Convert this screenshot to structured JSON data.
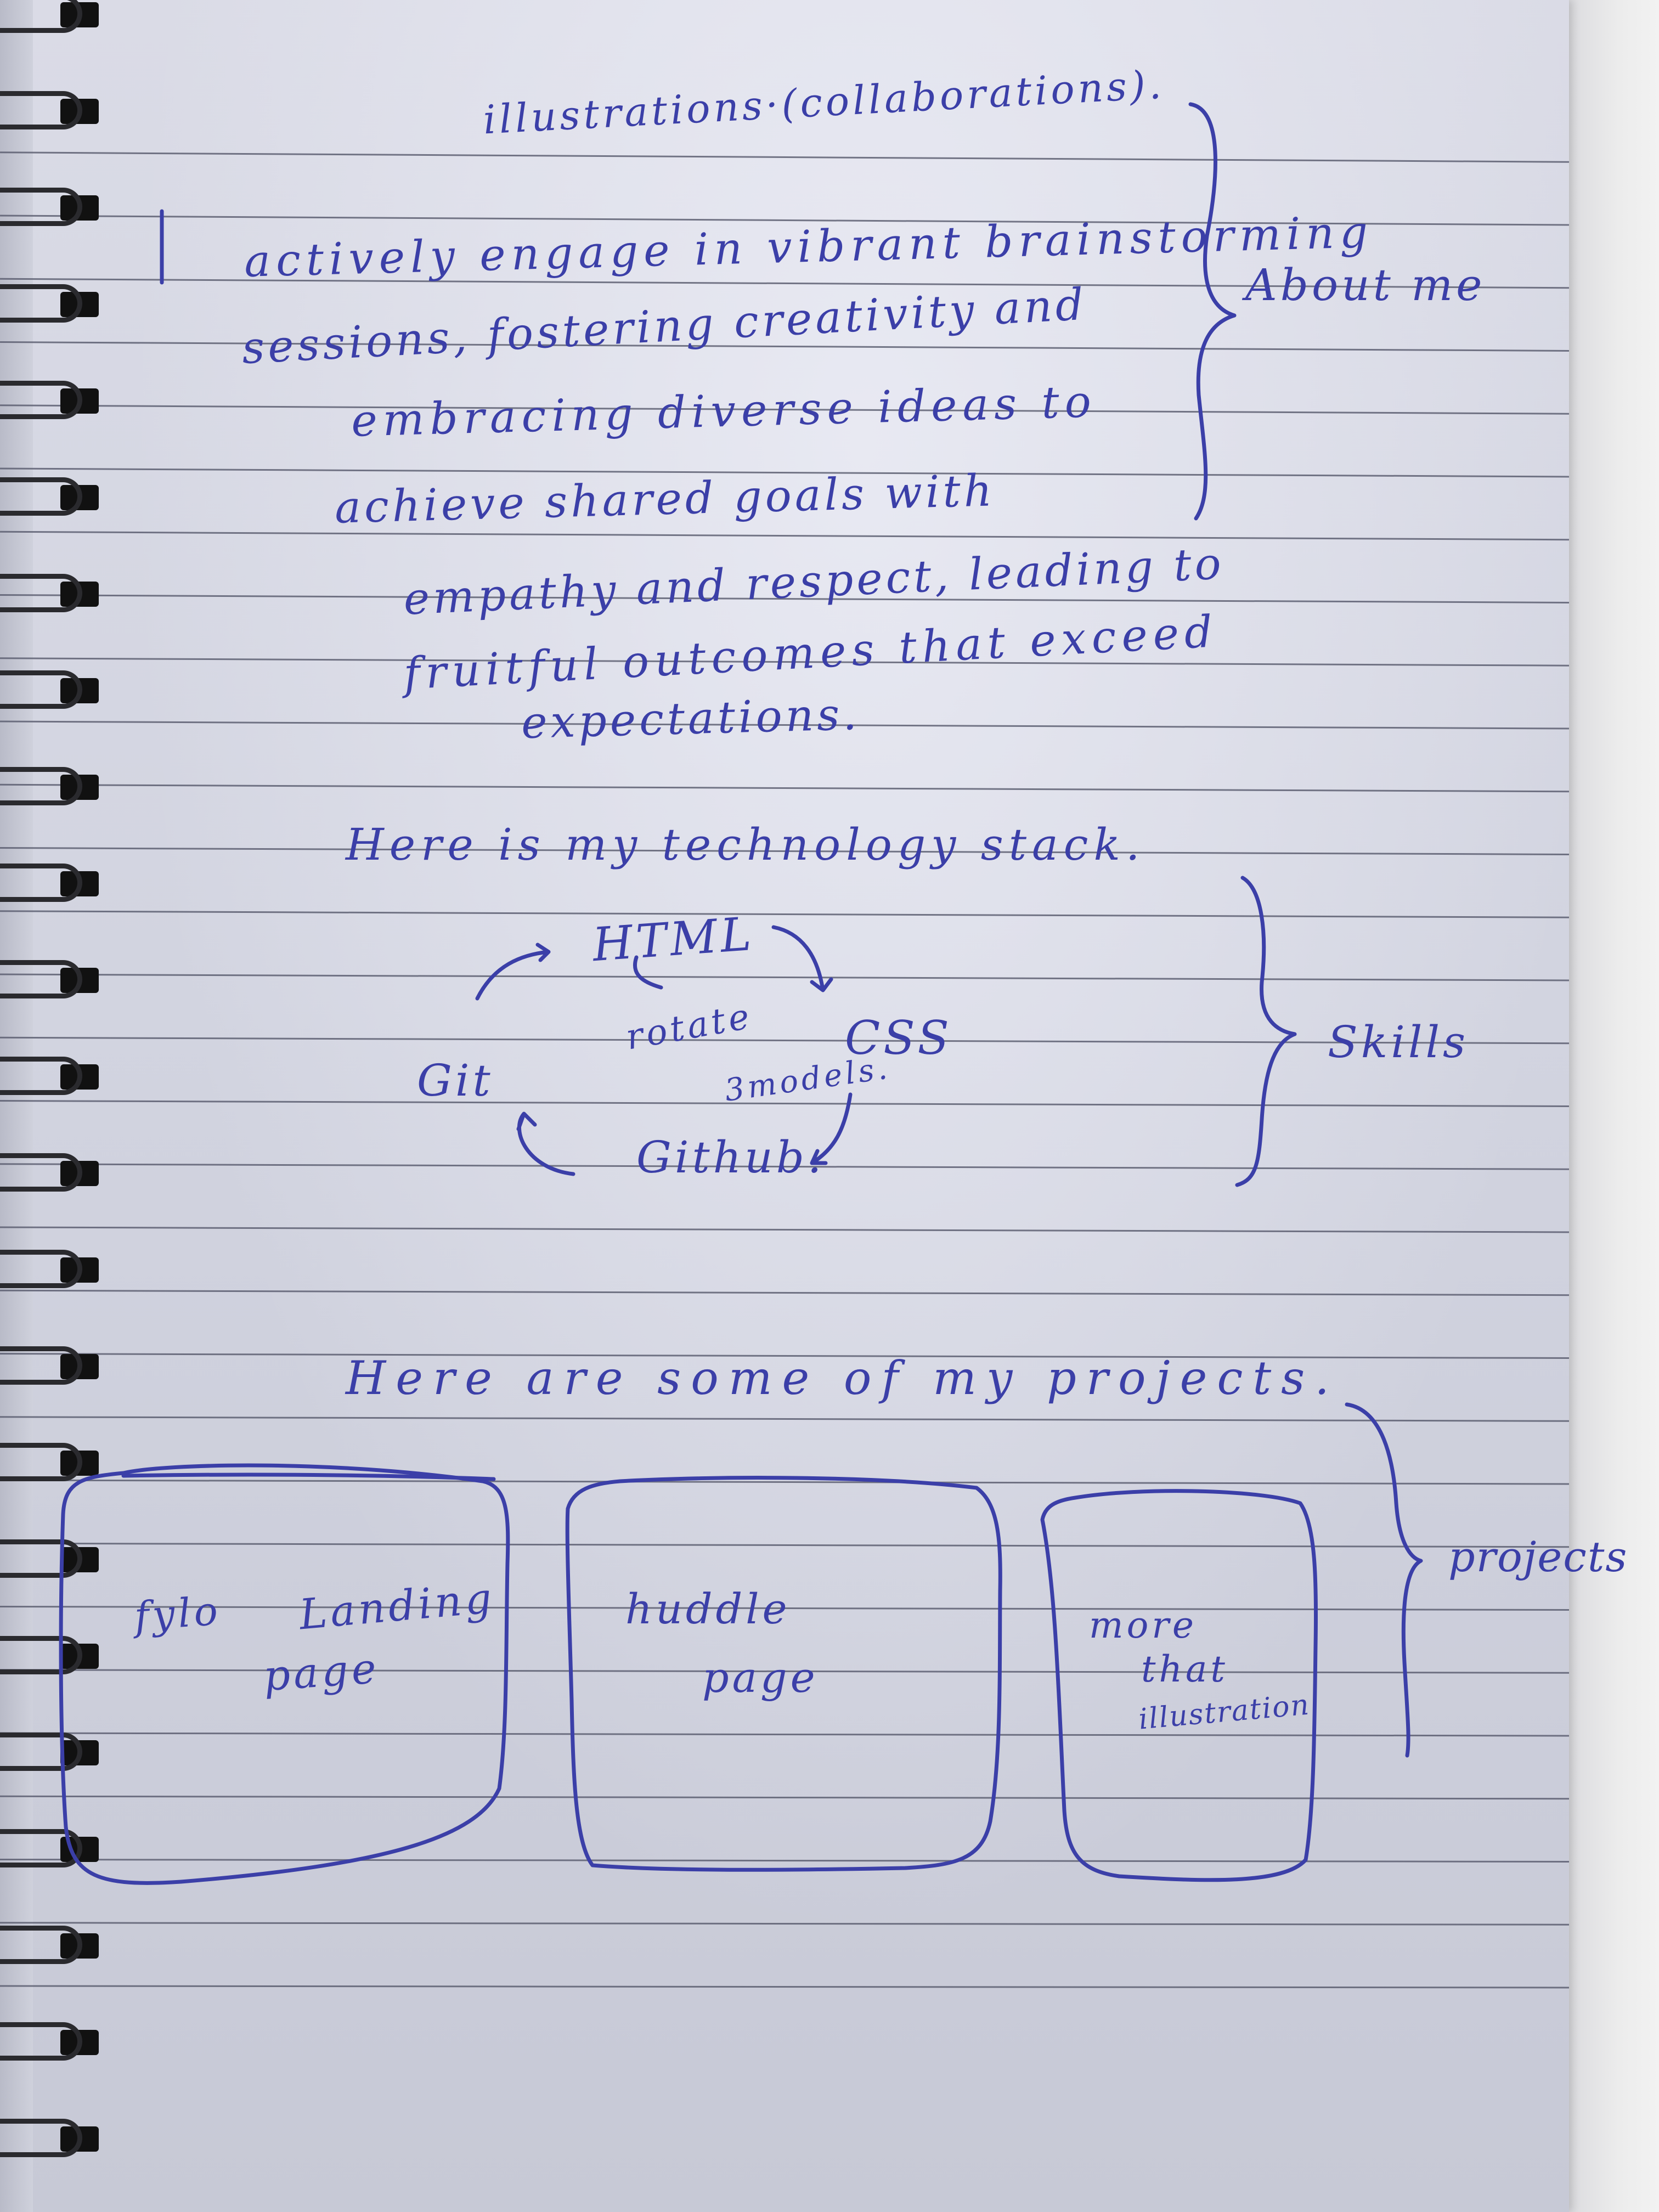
{
  "notebook": {
    "heading": "illustrations·(collaborations).",
    "about_label": "About me",
    "about_lines": [
      "actively engage in vibrant brainstorming",
      "sessions, fostering creativity and",
      "embracing diverse ideas to",
      "achieve shared goals with",
      "empathy and respect, leading to",
      "fruitful outcomes that exceed",
      "expectations."
    ],
    "stack_intro": "Here is my technology stack.",
    "skills_label": "Skills",
    "stack": {
      "html": "HTML",
      "css": "CSS",
      "git": "Git",
      "github": "Github.",
      "center_line1": "rotate",
      "center_line2": "3models."
    },
    "projects_intro": "Here are some of my projects.",
    "projects_label": "projects",
    "projects": [
      {
        "line1": "fylo",
        "line2": "Landing",
        "line3": "page"
      },
      {
        "line1": "huddle",
        "line2": "page"
      },
      {
        "line1": "more",
        "line2": "that",
        "line3": "illustration"
      }
    ]
  },
  "colors": {
    "ink": "#3b3fa8",
    "paper": "#d2d4e0",
    "rule": "#55586a",
    "coil": "#2a2a2e"
  }
}
